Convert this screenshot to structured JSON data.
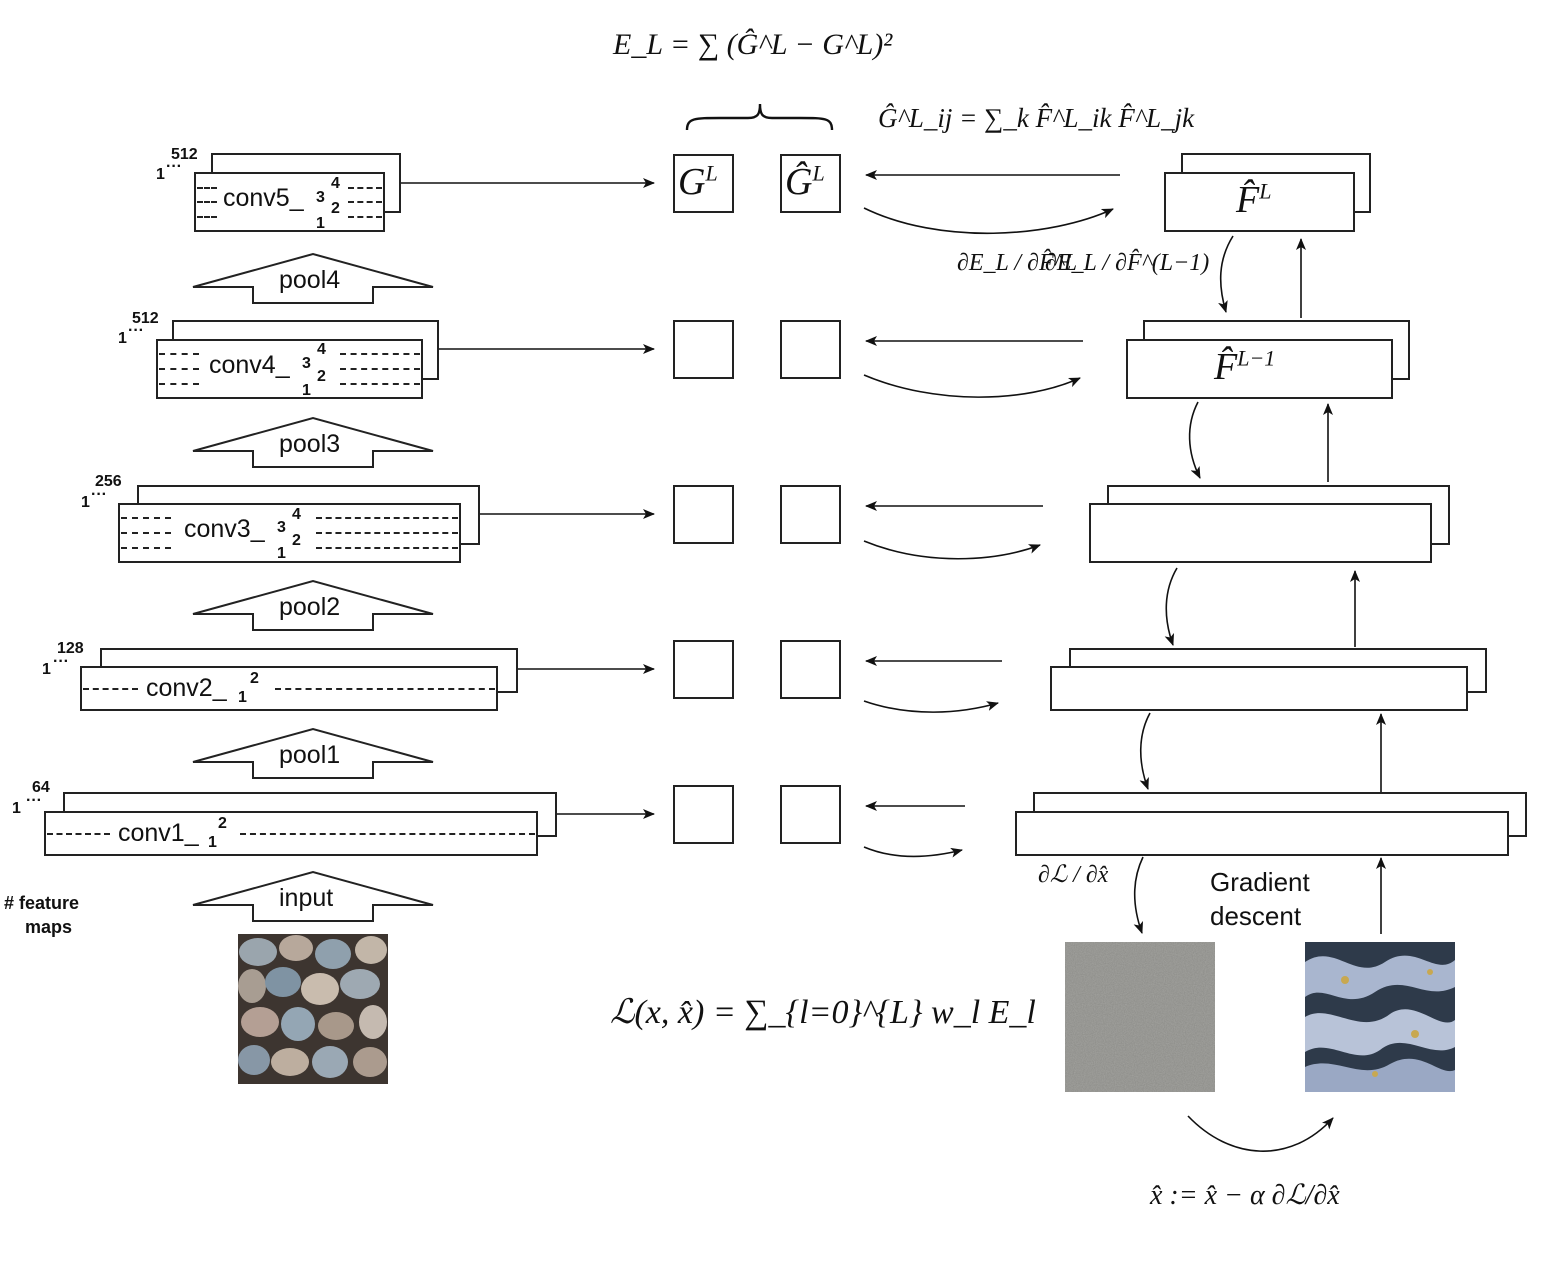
{
  "formulas": {
    "energy": "E_L = ∑ (Ĝ^L − G^L)²",
    "gram": "Ĝ^L_ij = ∑_k F̂^L_ik F̂^L_jk",
    "dEdF": "∂E_L / ∂F̂^L",
    "dEdFminus": "∂E_L / ∂F̂^(L−1)",
    "dLdx": "∂ℒ / ∂x̂",
    "loss": "ℒ(x, x̂) = ∑_{l=0}^{L} w_l E_l",
    "update": "x̂ := x̂ − α ∂ℒ/∂x̂"
  },
  "gram_labels": {
    "g": "G",
    "ghat": "Ĝ",
    "sup": "L"
  },
  "feature_labels": {
    "f_top": "F̂",
    "f_top_sup": "L",
    "f_second": "F̂",
    "f_second_sup": "L−1"
  },
  "layers": [
    {
      "name": "conv5_",
      "sub": "1",
      "sups": [
        "4",
        "3",
        "2"
      ],
      "maps": "512",
      "start": "1"
    },
    {
      "name": "conv4_",
      "sub": "1",
      "sups": [
        "4",
        "3",
        "2"
      ],
      "maps": "512",
      "start": "1"
    },
    {
      "name": "conv3_",
      "sub": "1",
      "sups": [
        "4",
        "3",
        "2"
      ],
      "maps": "256",
      "start": "1"
    },
    {
      "name": "conv2_",
      "sub": "1",
      "sups": [
        "2"
      ],
      "maps": "128",
      "start": "1"
    },
    {
      "name": "conv1_",
      "sub": "1",
      "sups": [
        "2"
      ],
      "maps": "64",
      "start": "1"
    }
  ],
  "pools": [
    "pool4",
    "pool3",
    "pool2",
    "pool1",
    "input"
  ],
  "axis_note": [
    "# feature",
    "maps"
  ],
  "gradient_label": [
    "Gradient",
    "descent"
  ],
  "colors": {
    "stroke": "#222222",
    "noise": "#8a8a86"
  }
}
